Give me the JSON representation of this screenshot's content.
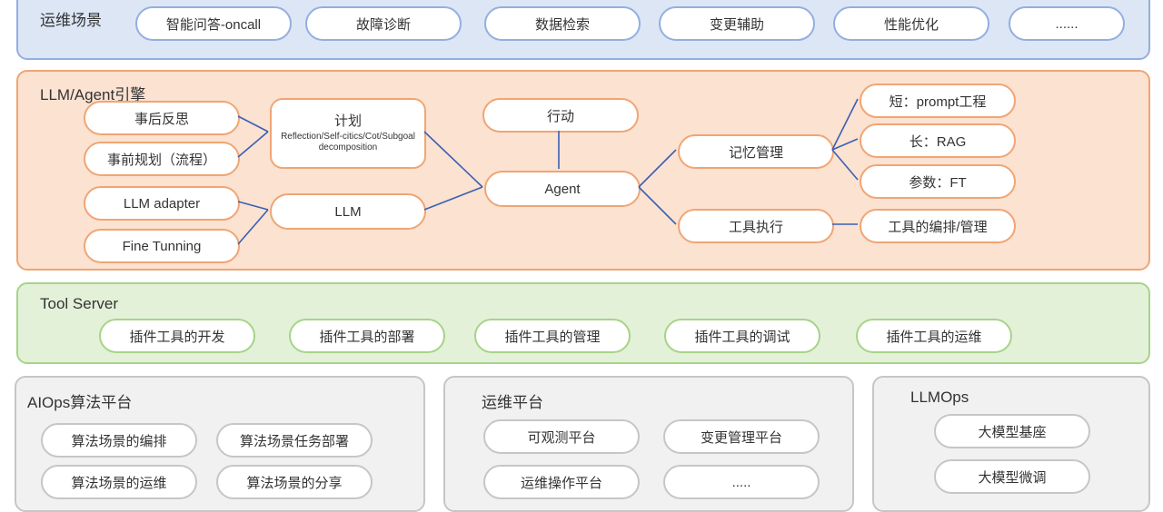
{
  "scenes": {
    "title": "运维场景",
    "items": [
      "智能问答-oncall",
      "故障诊断",
      "数据检索",
      "变更辅助",
      "性能优化",
      "......"
    ]
  },
  "engine": {
    "title": "LLM/Agent引擎",
    "reflect": "事后反思",
    "preplan": "事前规划（流程）",
    "adapter": "LLM adapter",
    "finetune": "Fine Tunning",
    "plan_title": "计划",
    "plan_sub": "Reflection/Self-citics/Cot/Subgoal decomposition",
    "llm": "LLM",
    "action": "行动",
    "agent": "Agent",
    "memory": "记忆管理",
    "tools": "工具执行",
    "short": "短：prompt工程",
    "long": "长：RAG",
    "param": "参数：FT",
    "tool_orch": "工具的编排/管理"
  },
  "tool_server": {
    "title": "Tool Server",
    "items": [
      "插件工具的开发",
      "插件工具的部署",
      "插件工具的管理",
      "插件工具的调试",
      "插件工具的运维"
    ]
  },
  "aiops": {
    "title": "AIOps算法平台",
    "items": [
      "算法场景的编排",
      "算法场景任务部署",
      "算法场景的运维",
      "算法场景的分享"
    ]
  },
  "ops": {
    "title": "运维平台",
    "items": [
      "可观测平台",
      "变更管理平台",
      "运维操作平台",
      "....."
    ]
  },
  "llmops": {
    "title": "LLMOps",
    "items": [
      "大模型基座",
      "大模型微调"
    ]
  },
  "colors": {
    "scene_fill": "#dce6f5",
    "scene_border": "#93afdf",
    "engine_fill": "#fbe2d1",
    "engine_border": "#f0a574",
    "tool_fill": "#e3f1d9",
    "tool_border": "#a6d488",
    "platform_fill": "#f1f1f1",
    "platform_border": "#c6c6c6",
    "link": "#3b5fb4"
  }
}
